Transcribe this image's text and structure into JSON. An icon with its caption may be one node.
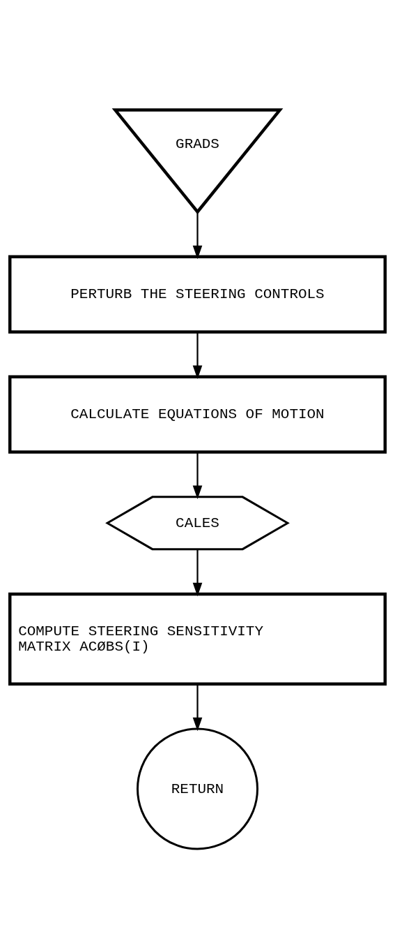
{
  "diagram": {
    "nodes": [
      {
        "text": [
          "GRADS"
        ]
      },
      {
        "text": [
          "PERTURB THE STEERING CONTROLS"
        ]
      },
      {
        "text": [
          "CALCULATE EQUATIONS OF MOTION"
        ]
      },
      {
        "text": [
          "CALES"
        ]
      },
      {
        "text": [
          "COMPUTE STEERING SENSITIVITY MATRIX ACØBS(I)"
        ]
      },
      {
        "text": [
          "RETURN"
        ]
      }
    ],
    "edges": [
      {
        "from": 0,
        "to": 1,
        "arrow": "to"
      },
      {
        "from": 1,
        "to": 2,
        "arrow": "to"
      },
      {
        "from": 2,
        "to": 3,
        "arrow": "to"
      },
      {
        "from": 3,
        "to": 4,
        "arrow": "to"
      },
      {
        "from": 4,
        "to": 5,
        "arrow": "to"
      }
    ]
  }
}
